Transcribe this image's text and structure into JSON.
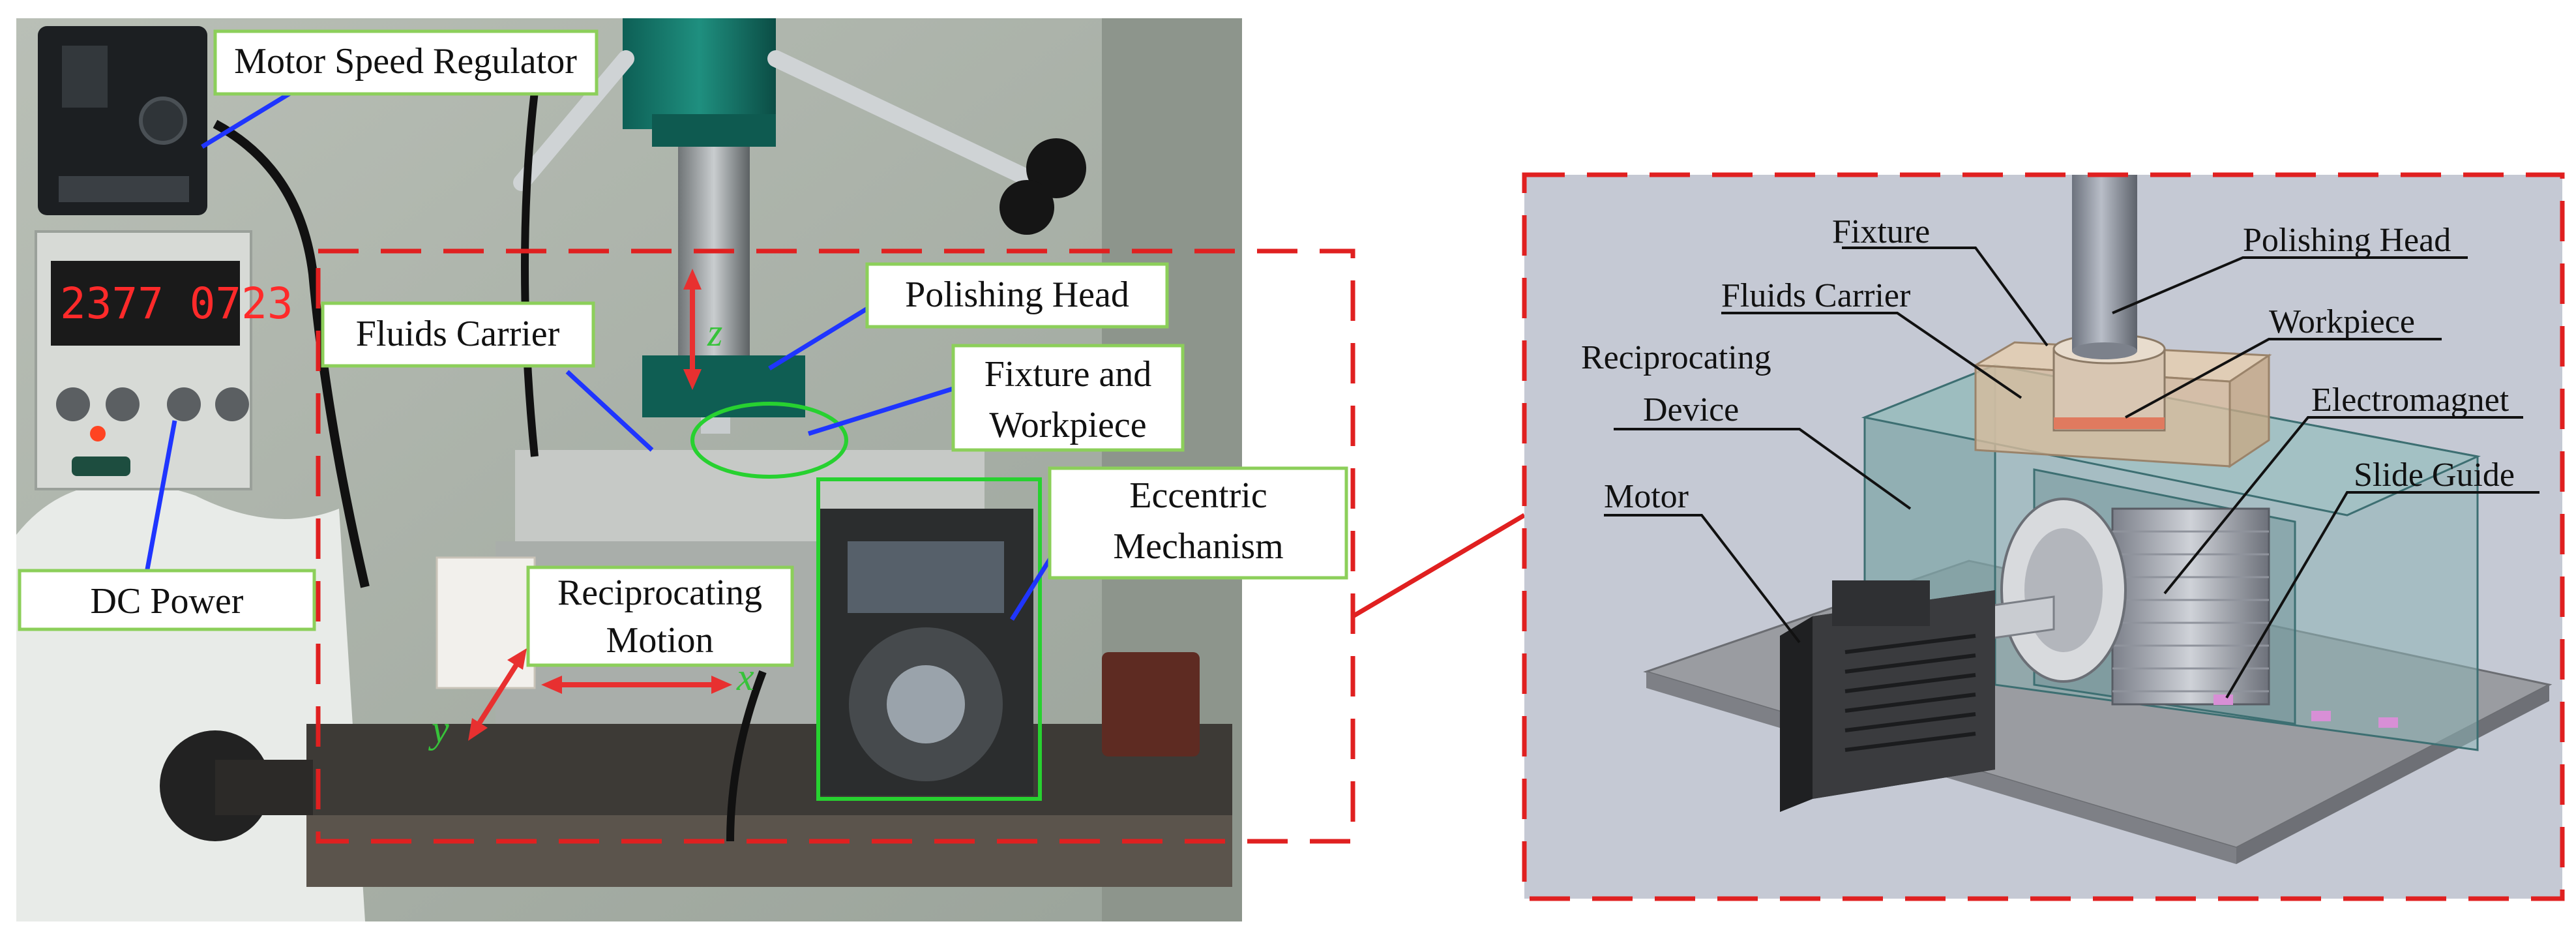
{
  "colors": {
    "photo_label_border": "#8ccf5a",
    "leader_blue": "#1f35ff",
    "dashed_red": "#e02020",
    "axis_green": "#37c23a",
    "cad_background": "#c5c9d4"
  },
  "photo": {
    "display_readout": "2377 0723",
    "labels": {
      "motor_speed_regulator": "Motor Speed Regulator",
      "fluids_carrier": "Fluids Carrier",
      "polishing_head": "Polishing Head",
      "fixture_and_workpiece_line1": "Fixture and",
      "fixture_and_workpiece_line2": "Workpiece",
      "eccentric_mechanism_line1": "Eccentric",
      "eccentric_mechanism_line2": "Mechanism",
      "dc_power": "DC Power",
      "reciprocating_motion_line1": "Reciprocating",
      "reciprocating_motion_line2": "Motion"
    },
    "axes": {
      "x": "x",
      "y": "y",
      "z": "z"
    }
  },
  "cad": {
    "labels": {
      "fixture": "Fixture",
      "polishing_head": "Polishing Head",
      "fluids_carrier": "Fluids Carrier",
      "workpiece": "Workpiece",
      "reciprocating_device_line1": "Reciprocating",
      "reciprocating_device_line2": "Device",
      "electromagnet": "Electromagnet",
      "motor": "Motor",
      "slide_guide": "Slide Guide"
    }
  }
}
